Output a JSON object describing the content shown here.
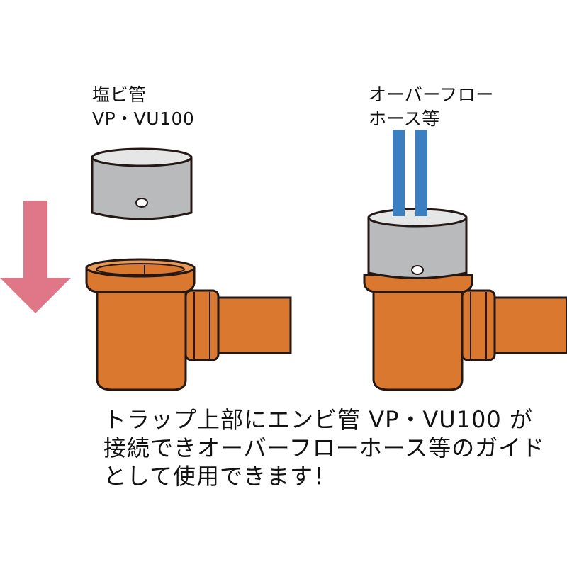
{
  "labels": {
    "pvc_title": "塩ビ管",
    "pvc_spec": "VP・VU100",
    "hose_line1": "オーバーフロー",
    "hose_line2": "ホース等"
  },
  "caption": {
    "line1": "トラップ上部にエンビ管 VP・VU100 が",
    "line2": "接続できオーバーフローホース等のガイド",
    "line3": "として使用できます！"
  },
  "colors": {
    "trap": "#d9782e",
    "pipe": "#b9babb",
    "hose": "#3b7fc0",
    "arrow": "#e07789",
    "outline": "#231815"
  }
}
